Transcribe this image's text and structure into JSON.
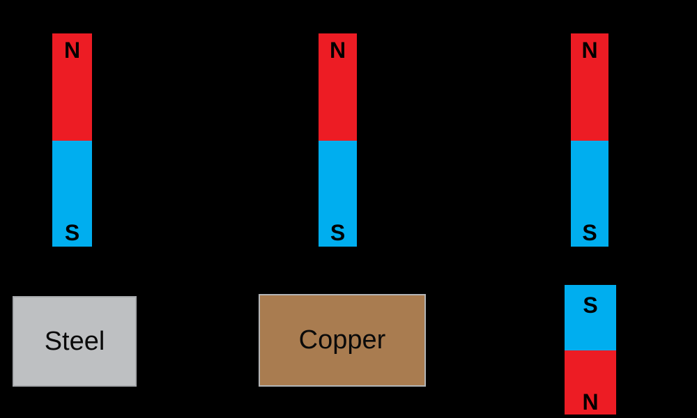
{
  "diagram": {
    "description": "Three bar magnets suspended above different objects: a steel block, a copper block, and a second bar magnet with opposite pole facing up",
    "panels": [
      {
        "magnet": {
          "top_pole": "N",
          "bottom_pole": "S"
        },
        "target": {
          "kind": "block",
          "label": "Steel"
        }
      },
      {
        "magnet": {
          "top_pole": "N",
          "bottom_pole": "S"
        },
        "target": {
          "kind": "block",
          "label": "Copper"
        }
      },
      {
        "magnet": {
          "top_pole": "N",
          "bottom_pole": "S"
        },
        "target": {
          "kind": "magnet",
          "top_pole": "S",
          "bottom_pole": "N"
        }
      }
    ],
    "colors": {
      "background": "#000000",
      "north_pole_red": "#ed1c24",
      "south_pole_blue": "#00aeef",
      "steel_fill": "#bec0c2",
      "copper_fill": "#a97c50",
      "block_border": "#b3b5b7",
      "pole_label": "#000000",
      "block_label": "#0a0a0a"
    }
  }
}
